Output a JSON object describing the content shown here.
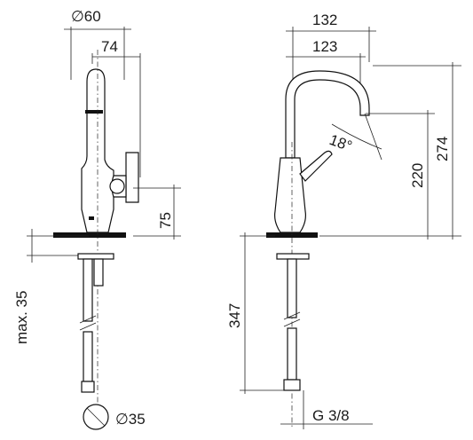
{
  "dimensions": {
    "base_diameter": "∅60",
    "lever_reach": "74",
    "lever_height": "75",
    "max_counter_thickness": "max. 35",
    "hole_diameter": "∅35",
    "spout_reach_total": "132",
    "spout_reach_outlet": "123",
    "spout_angle": "18°",
    "outlet_height": "220",
    "total_height": "274",
    "hose_length": "347",
    "connection_thread": "G 3/8"
  },
  "icons": {
    "diameter": "diameter-symbol-icon",
    "hole": "mounting-hole-icon"
  },
  "colors": {
    "line": "#111111",
    "background": "#ffffff"
  }
}
